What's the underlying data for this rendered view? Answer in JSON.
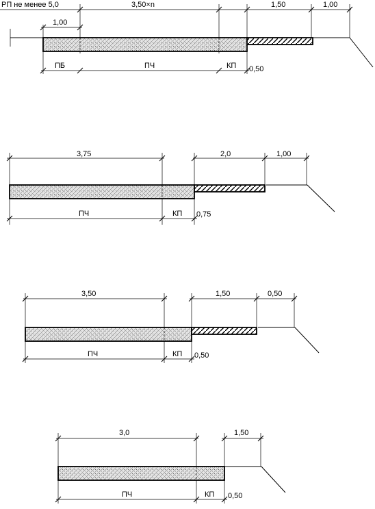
{
  "sections": [
    {
      "id": "section-1",
      "dim_top": [
        "РП не менее 5,0",
        "3,50×n",
        "1,50",
        "1,00"
      ],
      "dim_inner": "1,00",
      "dim_bottom": [
        "ПБ",
        "ПЧ",
        "КП",
        "0,50"
      ]
    },
    {
      "id": "section-2",
      "dim_top": [
        "3,75",
        "2,0",
        "1,00"
      ],
      "dim_bottom": [
        "ПЧ",
        "КП",
        "0,75"
      ]
    },
    {
      "id": "section-3",
      "dim_top": [
        "3,50",
        "1,50",
        "0,50"
      ],
      "dim_bottom": [
        "ПЧ",
        "КП",
        "0,50"
      ]
    },
    {
      "id": "section-4",
      "dim_top": [
        "3,0",
        "1,50"
      ],
      "dim_bottom": [
        "ПЧ",
        "КП",
        "0,50"
      ]
    }
  ],
  "colors": {
    "line": "#000000",
    "background": "#ffffff"
  }
}
